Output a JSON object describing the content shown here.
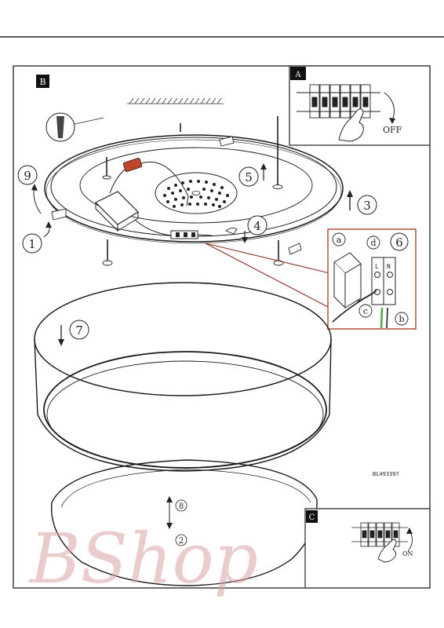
{
  "document": {
    "figure_code": "BL493397",
    "watermark_text": "BShop"
  },
  "panels": {
    "main": {
      "letter": "B"
    },
    "inset_top": {
      "letter": "A",
      "label": "OFF"
    },
    "inset_bottom": {
      "letter": "C",
      "label": "ON"
    },
    "wiring": {
      "step": "6",
      "labels": [
        "a",
        "b",
        "c",
        "d"
      ],
      "terminal_l": "L",
      "terminal_n": "N"
    }
  },
  "steps": [
    "1",
    "2",
    "3",
    "4",
    "5",
    "7",
    "8",
    "9"
  ],
  "colors": {
    "line": "#1a1a1a",
    "highlight": "#b0452a",
    "callout": "#8a2f1c",
    "driver_tag": "#c0452a",
    "watermark": "#d9a3a3",
    "wire_green": "#56a84a"
  }
}
